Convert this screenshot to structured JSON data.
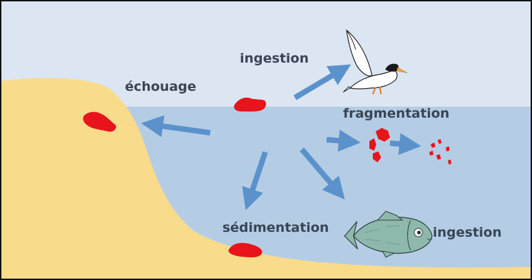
{
  "labels": {
    "stranding": "échouage",
    "ingestion_bird": "ingestion",
    "fragmentation": "fragmentation",
    "sedimentation": "sédimentation",
    "ingestion_fish": "ingestion"
  },
  "icons": {
    "bird": "tern-bird-icon",
    "fish": "fish-icon",
    "debris": "plastic-fragment"
  },
  "colors": {
    "sky": "#dce6f3",
    "water": "#b4cde5",
    "sand": "#f9db8c",
    "plastic": "#e8141b",
    "arrow": "#5b92cc",
    "text": "#3a4556",
    "fish_body": "#8fb8ad"
  }
}
